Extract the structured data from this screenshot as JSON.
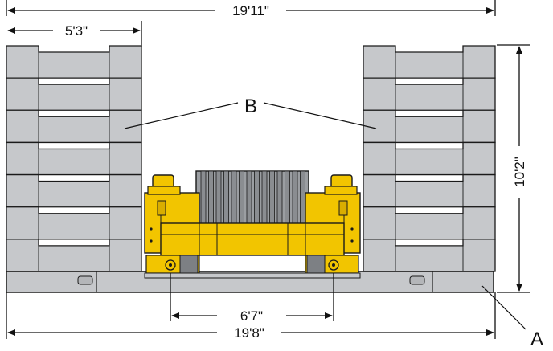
{
  "dimensions": {
    "overall_top": "19'11\"",
    "block_width": "5'3\"",
    "height": "10'2\"",
    "inner_span": "6'7\"",
    "overall_bottom": "19'8\""
  },
  "callouts": {
    "a": "A",
    "b": "B"
  },
  "colors": {
    "block_fill": "#c6c8cb",
    "block_stroke": "#1a1a1a",
    "machine_yellow": "#f2c500",
    "drum_gray": "#8a8d91",
    "line": "#111111"
  }
}
